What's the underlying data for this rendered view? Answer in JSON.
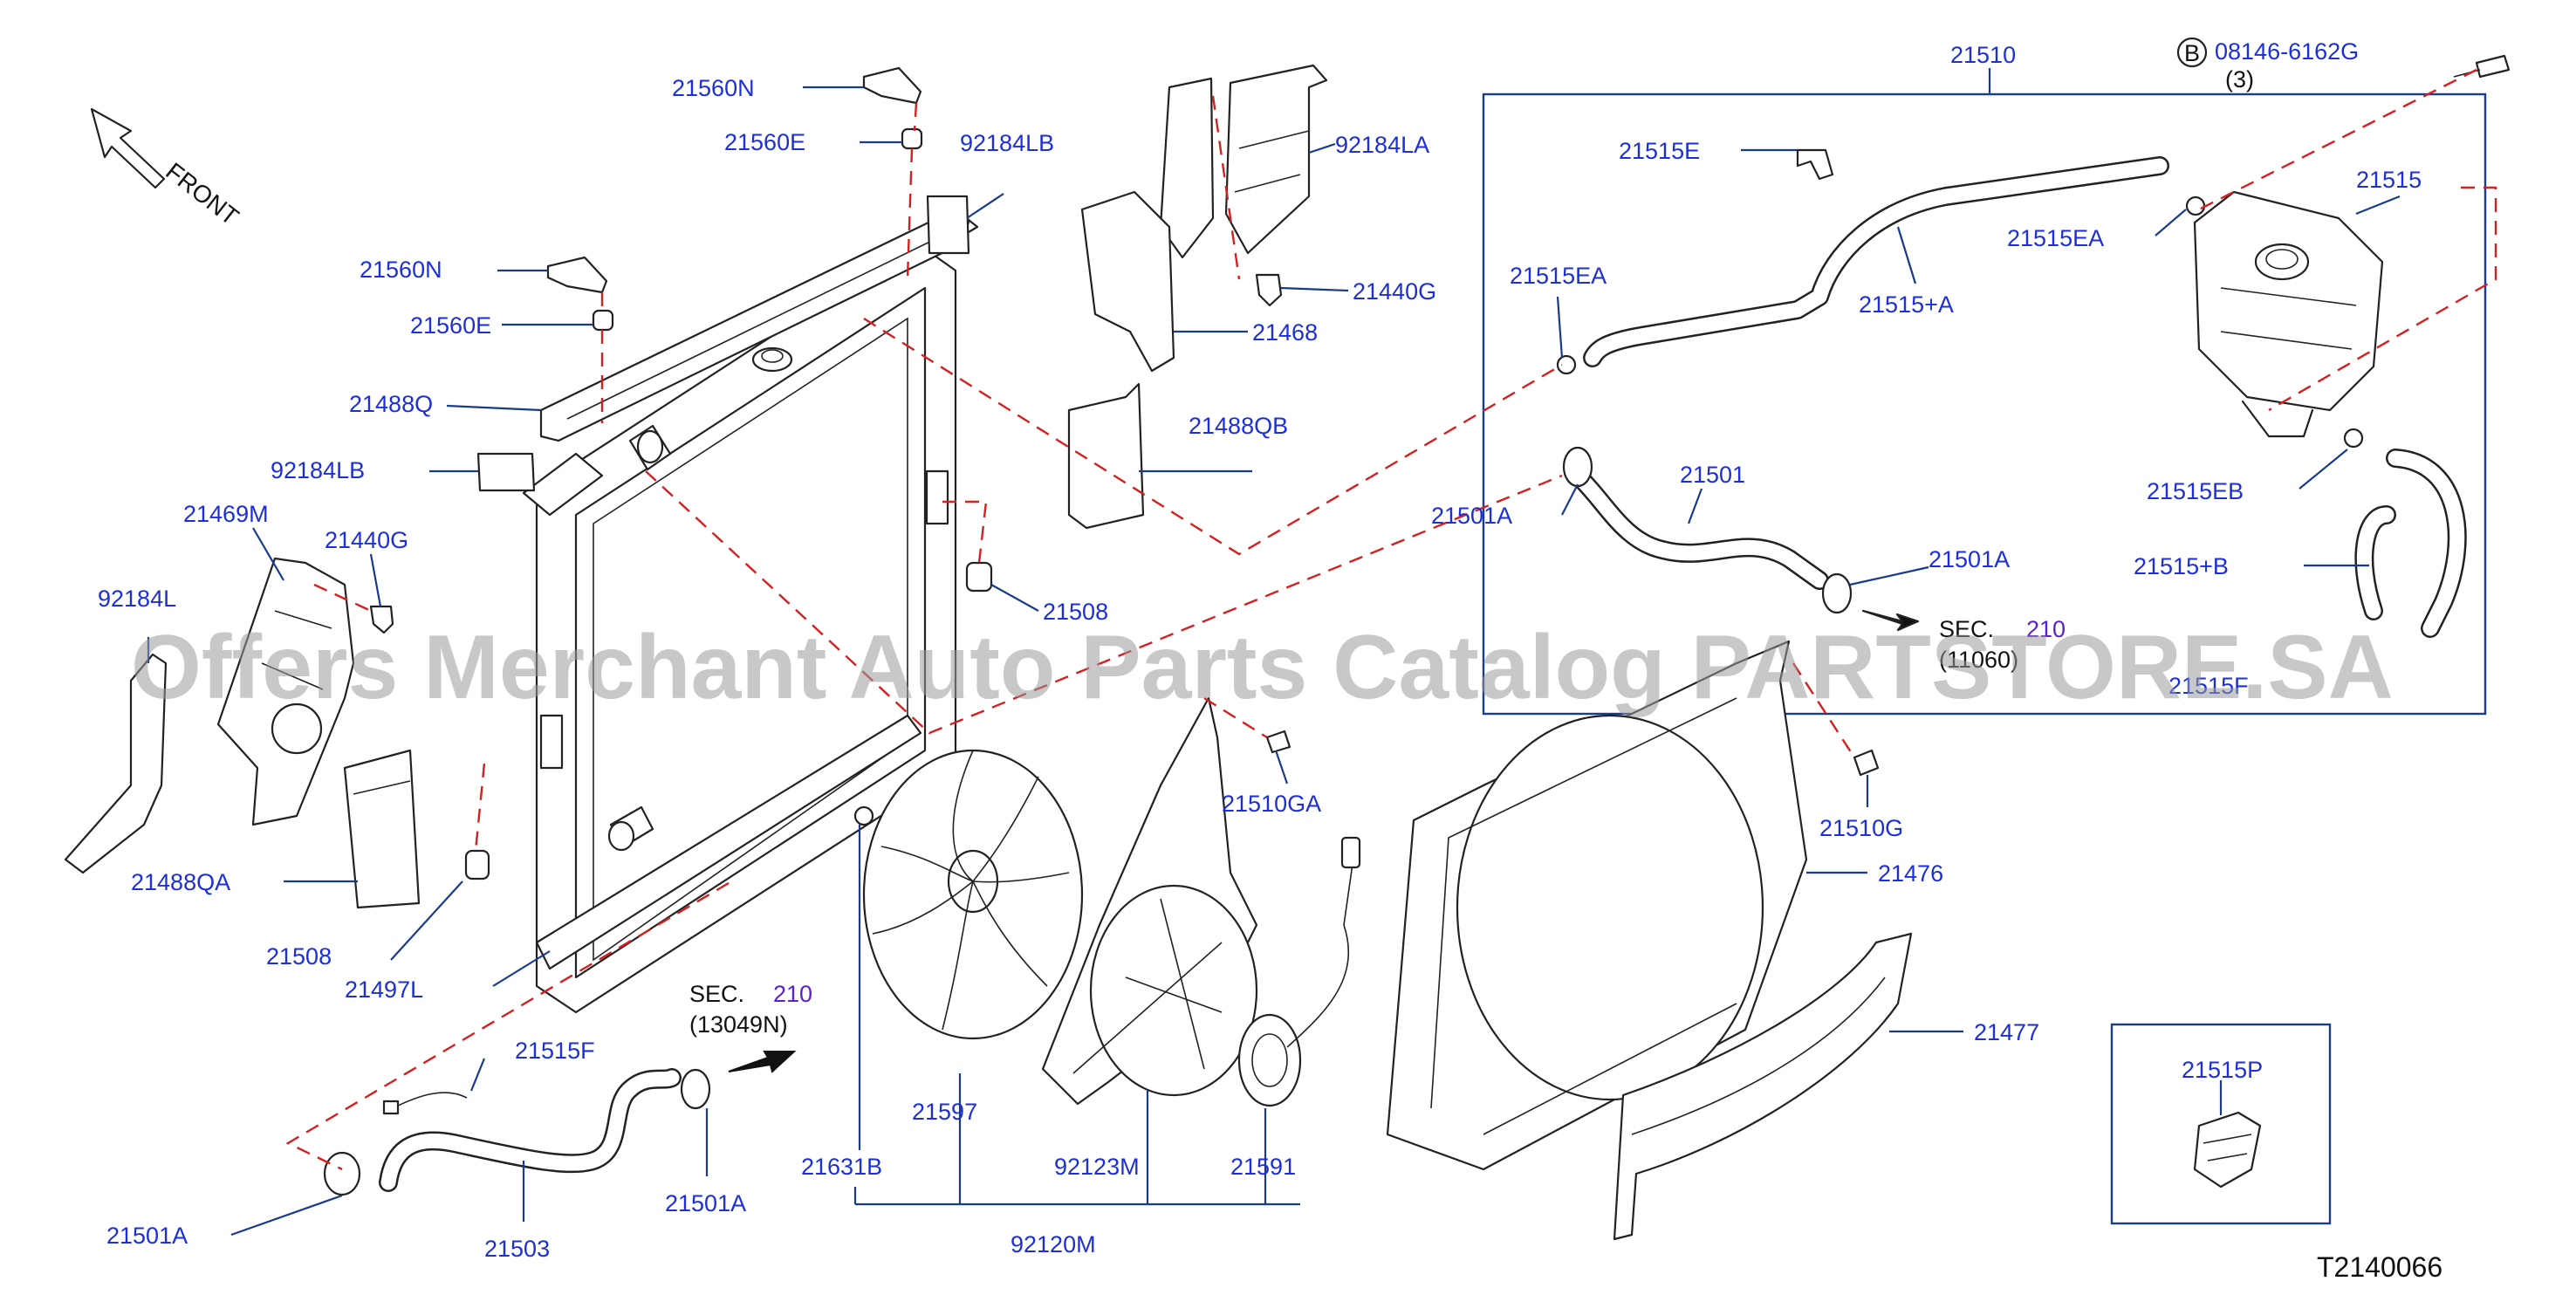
{
  "front_label": "FRONT",
  "diagram_code": "T2140066",
  "watermark": "Offers Merchant Auto Parts Catalog PARTSTORE.SA",
  "bolt_callout": {
    "symbol": "B",
    "part": "08146-6162G",
    "qty": "(3)"
  },
  "section_refs": [
    {
      "prefix": "SEC.",
      "number": "210",
      "sub": "(11060)"
    },
    {
      "prefix": "SEC.",
      "number": "210",
      "sub": "(13049N)"
    }
  ],
  "labels": {
    "p21560N_a": "21560N",
    "p21560E_a": "21560E",
    "p92184LB_a": "92184LB",
    "p21560N_b": "21560N",
    "p21560E_b": "21560E",
    "p21488Q": "21488Q",
    "p92184LB_b": "92184LB",
    "p21469M": "21469M",
    "p21440G_a": "21440G",
    "p92184L": "92184L",
    "p21488QA": "21488QA",
    "p21508_a": "21508",
    "p21497L": "21497L",
    "p21508_b": "21508",
    "p92184LA": "92184LA",
    "p21440G_b": "21440G",
    "p21468": "21468",
    "p21488QB": "21488QB",
    "p21510": "21510",
    "p21515E": "21515E",
    "p21515": "21515",
    "p21515EA_a": "21515EA",
    "p21515EA_b": "21515EA",
    "p21515pA": "21515+A",
    "p21515EB": "21515EB",
    "p21515pB": "21515+B",
    "p21515F_r": "21515F",
    "p21501": "21501",
    "p21501A_a": "21501A",
    "p21501A_b": "21501A",
    "p21510GA": "21510GA",
    "p21510G": "21510G",
    "p21476": "21476",
    "p21477": "21477",
    "p21515P": "21515P",
    "p21515F": "21515F",
    "p21501A_c": "21501A",
    "p21503": "21503",
    "p21501A_d": "21501A",
    "p21631B": "21631B",
    "p21597": "21597",
    "p92123M": "92123M",
    "p21591": "21591",
    "p92120M": "92120M"
  }
}
